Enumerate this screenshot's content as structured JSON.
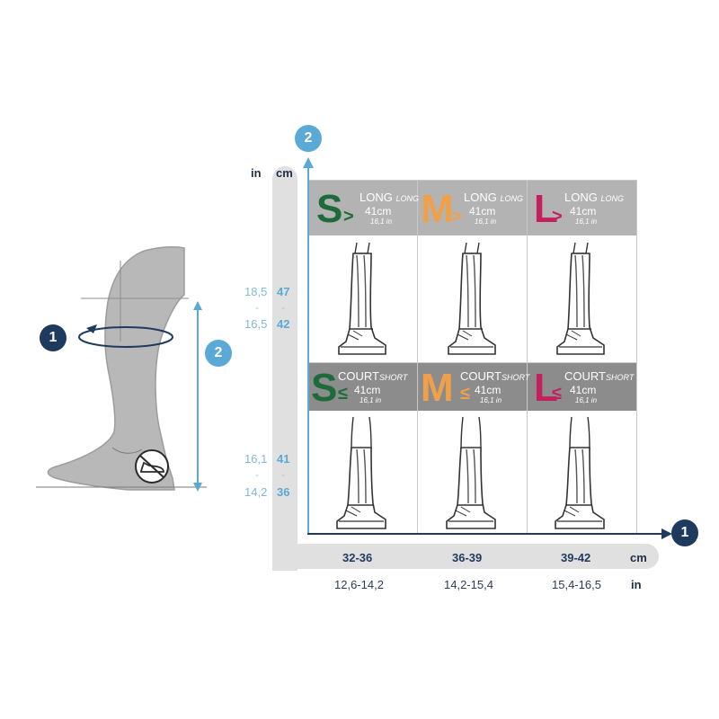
{
  "circle_1": "1",
  "circle_2": "2",
  "y_axis": {
    "unit_in": "in",
    "unit_cm": "cm",
    "long_range": {
      "in_top": "18,5",
      "cm_top": "47",
      "sep": "-",
      "in_bottom": "16,5",
      "cm_bottom": "42"
    },
    "short_range": {
      "in_top": "16,1",
      "cm_top": "41",
      "sep": "-",
      "in_bottom": "14,2",
      "cm_bottom": "36"
    }
  },
  "x_axis": {
    "unit_cm": "cm",
    "unit_in": "in",
    "columns": [
      {
        "cm": "32-36",
        "in": "12,6-14,2"
      },
      {
        "cm": "36-39",
        "in": "14,2-15,4"
      },
      {
        "cm": "39-42",
        "in": "15,4-16,5"
      }
    ]
  },
  "rows": [
    {
      "sign": ">",
      "kind_fr": "LONG",
      "kind_en": "LONG",
      "cm": "41cm",
      "in": "16,1 in",
      "sizes": [
        {
          "letter": "S",
          "color": "#1e6b3a"
        },
        {
          "letter": "M",
          "color": "#f0a04b"
        },
        {
          "letter": "L",
          "color": "#c51f5d"
        }
      ]
    },
    {
      "sign": "≤",
      "kind_fr": "COURT",
      "kind_en": "SHORT",
      "cm": "41cm",
      "in": "16,1 in",
      "sizes": [
        {
          "letter": "S",
          "color": "#1e6b3a"
        },
        {
          "letter": "M",
          "color": "#f0a04b"
        },
        {
          "letter": "L",
          "color": "#c51f5d"
        }
      ]
    }
  ],
  "colors": {
    "navy": "#1f3a5f",
    "light_blue": "#5aa9d6",
    "leg_grey": "#b8b8b8",
    "header_long": "#b3b3b3",
    "header_short": "#8c8c8c",
    "axis_band": "#e0e0e0"
  }
}
